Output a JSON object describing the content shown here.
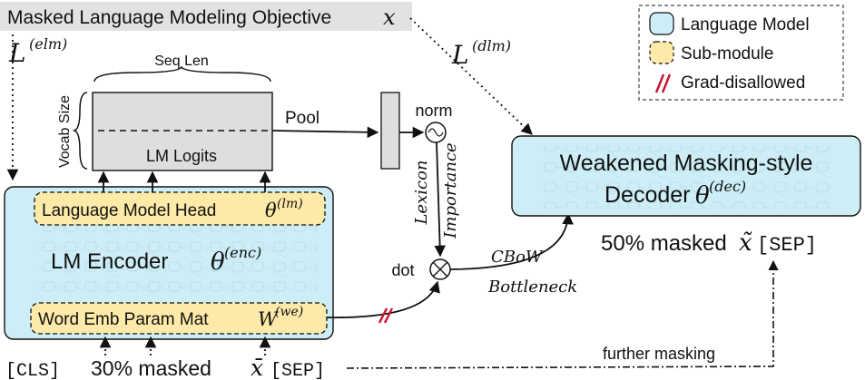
{
  "objective": {
    "prefix": "Masked Language Modeling Objective",
    "var": "x"
  },
  "loss_elm": {
    "base": "L",
    "sup": "(elm)"
  },
  "loss_dlm": {
    "base": "L",
    "sup": "(dlm)"
  },
  "legend": {
    "language_model": "Language Model",
    "sub_module": "Sub-module",
    "grad_disallowed": "Grad-disallowed",
    "colors": {
      "language_model": "#cdeef6",
      "sub_module": "#fde9a8",
      "grad": "#c8102e"
    }
  },
  "logits": {
    "seq_len": "Seq Len",
    "vocab_size": "Vocab Size",
    "label": "LM Logits",
    "pool": "Pool",
    "norm": "norm"
  },
  "encoder": {
    "head_text": "Language Model Head",
    "head_param": "θ",
    "head_sup": "(lm)",
    "title_text": "LM Encoder",
    "title_param": "θ",
    "title_sup": "(enc)",
    "emb_text": "Word Emb Param Mat",
    "emb_param": "W",
    "emb_sup": "(we)"
  },
  "decoder": {
    "line1": "Weakened Masking-style",
    "line2_text": "Decoder",
    "line2_param": "θ",
    "line2_sup": "(dec)",
    "masked_pct": "50% masked",
    "masked_var": "x̃",
    "sep": "[SEP]"
  },
  "pipeline": {
    "lexicon": "Lexicon",
    "importance": "Importance",
    "dot": "dot",
    "cbow": "CBoW",
    "bottleneck": "Bottleneck",
    "further_masking": "further masking"
  },
  "input": {
    "cls": "[CLS]",
    "masked_pct": "30% masked",
    "masked_var": "x̄",
    "sep": "[SEP]"
  }
}
